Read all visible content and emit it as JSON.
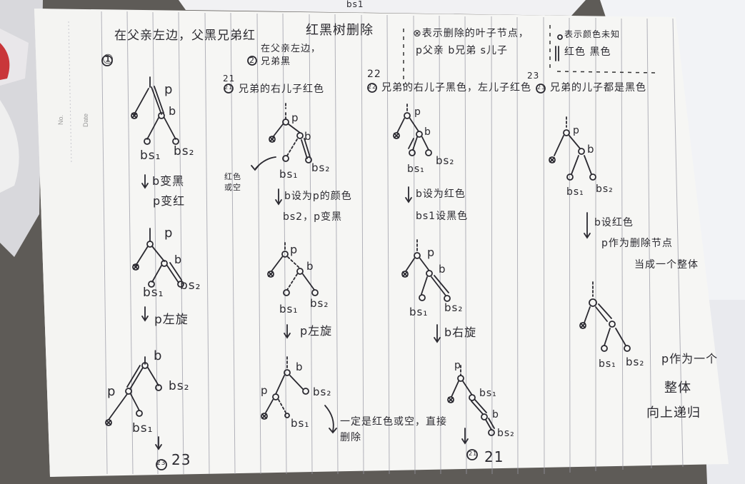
{
  "sidebar": {
    "no_label": "No.",
    "date_label": "Date"
  },
  "header": {
    "case_left": "在父亲左边，父黑兄弟红",
    "title": "红黑树删除",
    "legend_line1": "⊗表示删除的叶子节点，",
    "legend_line2": "p父亲  b兄弟  s儿子",
    "colors_line1": "表示颜色未知",
    "colors_line2": "红色  黑色",
    "top_mark": "bs1"
  },
  "col1": {
    "num": "①",
    "steps": [
      "b变黑",
      "p变红",
      "p左旋"
    ],
    "goto": "23",
    "goto_circle": "23"
  },
  "col2": {
    "num_circle": "2",
    "case_title": "在父亲左边，兄弟黑",
    "sub_num": "21",
    "sub_circle": "21",
    "sub_case": "兄弟的右儿子红色",
    "note_left": "红色或空",
    "steps": [
      "b设为p的颜色",
      "bs2，p变黑",
      "p左旋"
    ],
    "note_right": "一定是红色或空，直接删除"
  },
  "col3": {
    "sub_num": "22",
    "sub_circle": "22",
    "sub_case": "兄弟的右儿子黑色，左儿子红色",
    "steps": [
      "b设为红色",
      "bs1设黑色",
      "b右旋"
    ],
    "goto": "21",
    "goto_circle": "21"
  },
  "col4": {
    "sub_num": "23",
    "sub_circle": "23",
    "sub_case": "兄弟的儿子都是黑色",
    "steps": [
      "b设红色",
      "p作为删除节点",
      "当成一个整体"
    ],
    "final": [
      "p作为一个",
      "整体",
      "向上递归"
    ]
  },
  "labels": {
    "p": "p",
    "b": "b",
    "bs1": "bs1",
    "bs2": "bs2",
    "bs_1": "bs₁",
    "bs_2": "bs₂"
  }
}
